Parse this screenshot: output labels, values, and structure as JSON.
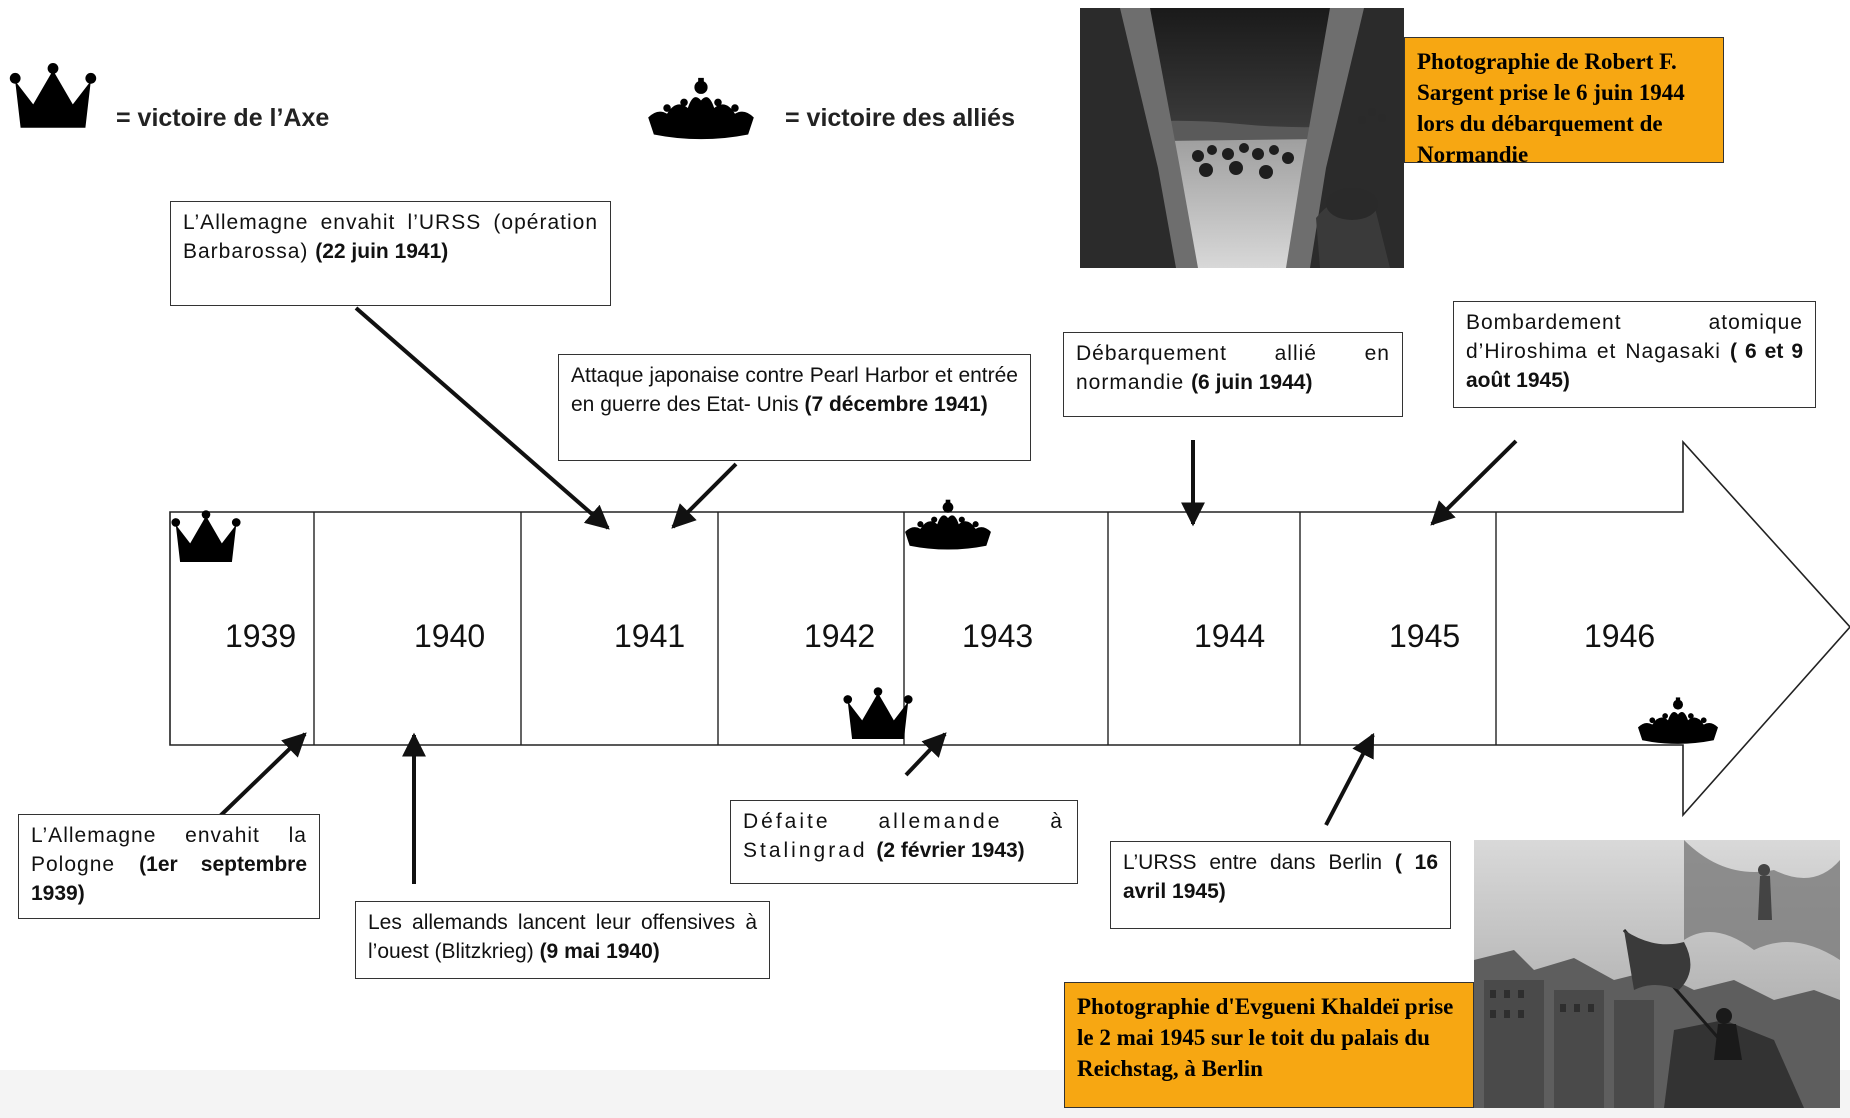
{
  "legend": {
    "axis_label": "= victoire de l’Axe",
    "allies_label": "= victoire des alliés"
  },
  "timeline": {
    "years": [
      "1939",
      "1940",
      "1941",
      "1942",
      "1943",
      "1944",
      "1945",
      "1946"
    ]
  },
  "events": {
    "barbarossa": {
      "text": "L’Allemagne envahit l’URSS (opération Barbarossa) ",
      "date": "(22 juin 1941)"
    },
    "pearl_harbor": {
      "text": "Attaque japonaise contre Pearl Harbor et entrée en guerre des Etat- Unis ",
      "date": "(7 décembre 1941)"
    },
    "normandie": {
      "text": "Débarquement allié en normandie ",
      "date": "(6 juin 1944)"
    },
    "hiroshima": {
      "text": "Bombardement atomique d’Hiroshima et Nagasaki ",
      "date": "( 6 et 9 août 1945)"
    },
    "pologne": {
      "text": "L’Allemagne envahit la Pologne ",
      "date": "(1er septembre 1939)"
    },
    "blitzkrieg": {
      "text": "Les allemands lancent leur offensives à l’ouest (Blitzkrieg) ",
      "date": "(9 mai 1940)"
    },
    "stalingrad": {
      "text": "Défaite allemande à Stalingrad ",
      "date": "(2 février 1943)"
    },
    "berlin": {
      "text": "L’URSS entre dans Berlin ",
      "date": "( 16 avril 1945)"
    }
  },
  "captions": {
    "sargent": "Photographie de Robert F. Sargent prise le 6 juin 1944 lors du débarquement de Normandie",
    "khaldei": "Photographie d'Evgueni Khaldeï prise le 2 mai 1945 sur le toit du palais du Reichstag, à Berlin"
  },
  "icons": {
    "axis_victory": "axis-crown-icon",
    "allied_victory": "allied-crown-icon"
  },
  "colors": {
    "caption_bg": "#f7a712",
    "crown": "#000000",
    "line": "#222222"
  }
}
